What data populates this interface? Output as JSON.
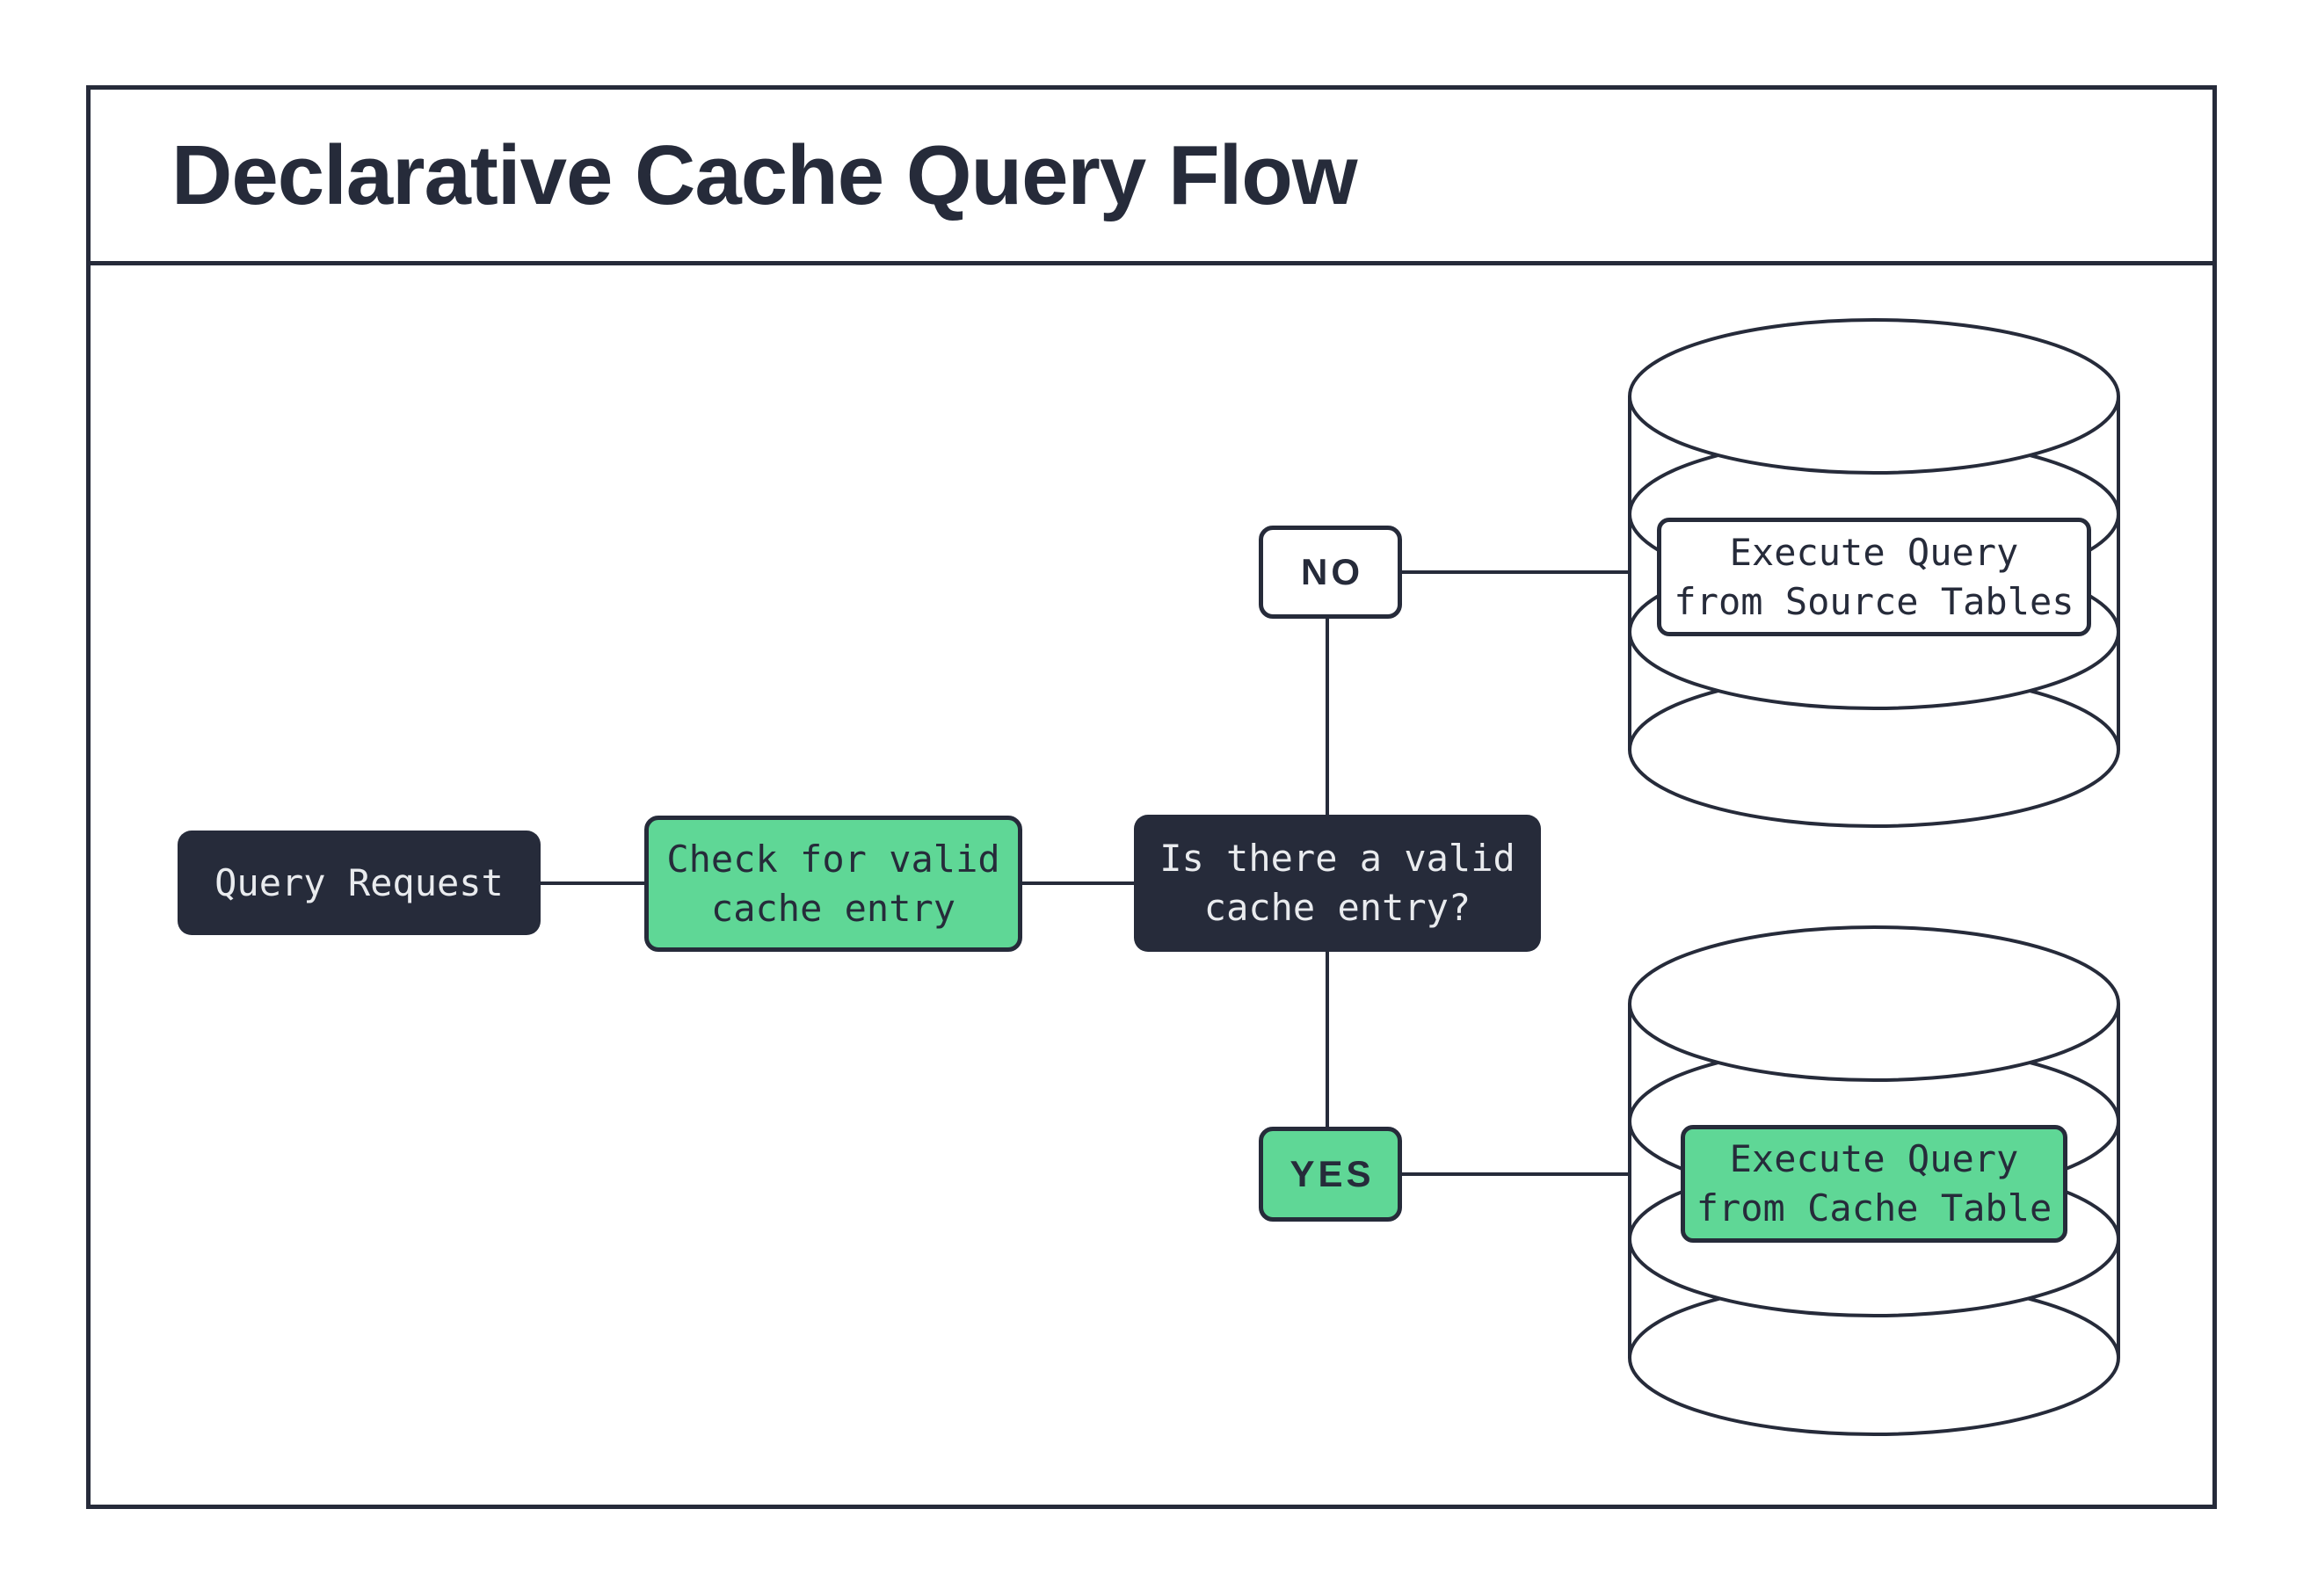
{
  "page": {
    "title": "Declarative Cache Query Flow"
  },
  "colors": {
    "ink": "#262b3a",
    "green": "#5fd796",
    "box_text_light": "#e9ebee",
    "paper": "#ffffff"
  },
  "nodes": {
    "query_request": {
      "lines": [
        "Query Request"
      ]
    },
    "check_cache": {
      "lines": [
        "Check for valid",
        "cache entry"
      ]
    },
    "decision": {
      "lines": [
        "Is there a valid",
        "cache entry?"
      ]
    },
    "no": {
      "label": "NO"
    },
    "yes": {
      "label": "YES"
    },
    "source_db": {
      "lines": [
        "Execute Query",
        "from Source Tables"
      ]
    },
    "cache_db": {
      "lines": [
        "Execute Query",
        "from Cache Table"
      ]
    }
  }
}
